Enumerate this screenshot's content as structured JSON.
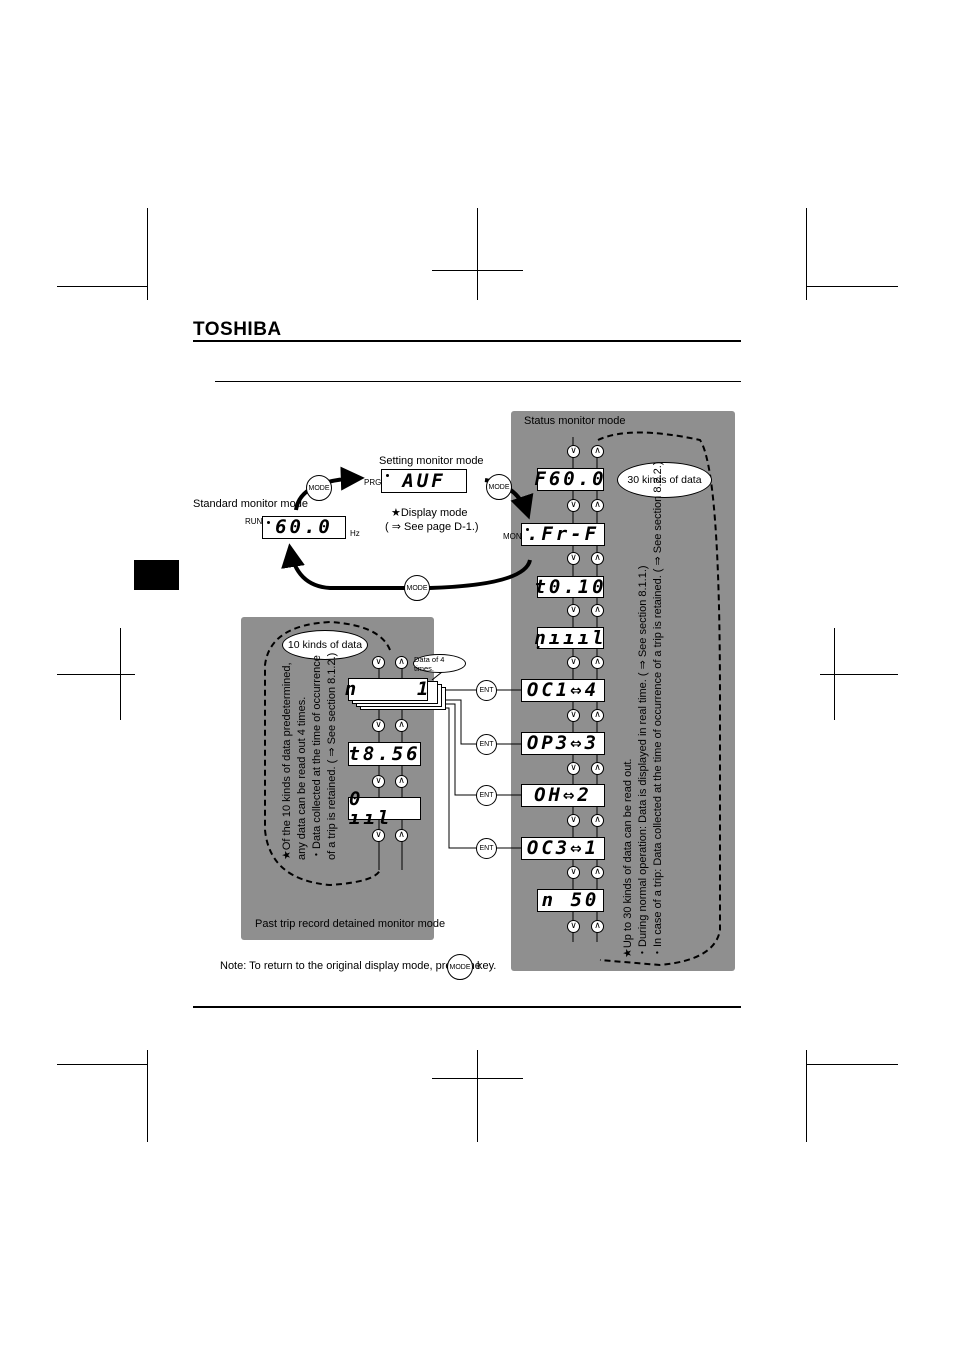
{
  "header": {
    "brand": "TOSHIBA"
  },
  "standard": {
    "title": "Standard monitor mode",
    "indicator": "RUN",
    "display": "60.0",
    "unit": "Hz"
  },
  "setting": {
    "title": "Setting monitor mode",
    "indicator": "PRG",
    "display": "AUF",
    "note_line1": "★Display mode",
    "note_line2": "( ⇒ See page D-1.)"
  },
  "keys": {
    "mode": "MODE",
    "ent": "ENT",
    "up": "∧",
    "down": "∨"
  },
  "status": {
    "title": "Status monitor mode",
    "indicator": "MON",
    "bubble": "30 kinds of data",
    "displays": [
      "F60.0",
      ".Fr-F",
      "t0.10",
      "ṇıııl",
      "OC1⇔4",
      "OP3⇔3",
      "OH⇔2",
      "OC3⇔1",
      "n 50"
    ],
    "notes": [
      "★Up to 30 kinds of data can be read out.",
      "・During normal operation: Data is displayed in real time. ( ⇒ See section 8.1.1.)",
      "・In case of a trip: Data collected at the time of occurrence of a trip is retained. ( ⇒ See section 8.2.2.)"
    ]
  },
  "past": {
    "title": "Past trip record detained monitor mode",
    "bubble": "10 kinds of data",
    "times_bubble": "Data of 4 times.",
    "displays": [
      "n    1",
      "t8.56",
      "0 ııl"
    ],
    "notes": [
      "★Of the 10 kinds of data predetermined,",
      "any data can be read out 4 times.",
      "・Data collected at the time of occurrence",
      "of a trip is retained. ( ⇒ See section 8.1.2.)"
    ]
  },
  "footnote": {
    "before": "Note: To return to the original display mode, press the",
    "after": "key."
  }
}
